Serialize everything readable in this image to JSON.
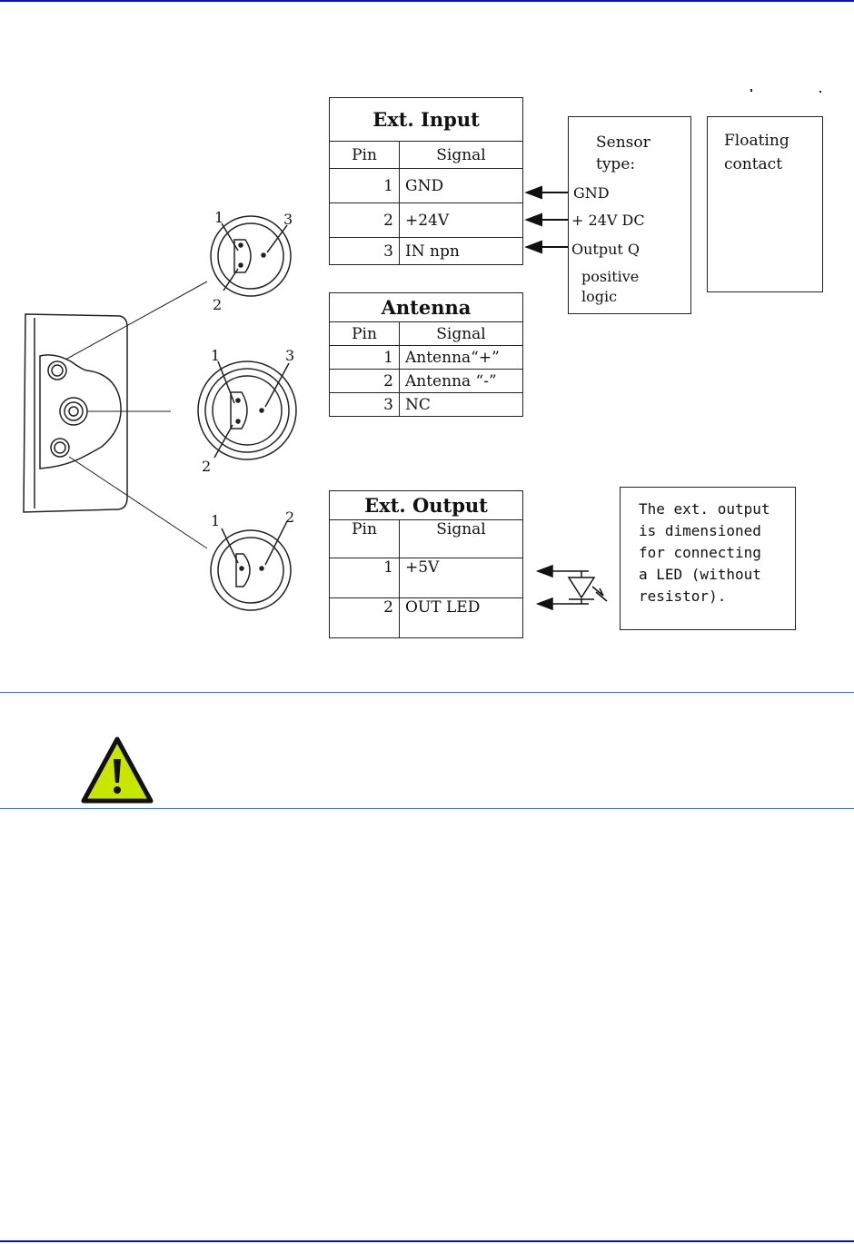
{
  "ext_input": {
    "title": "Ext. Input",
    "header": {
      "pin": "Pin",
      "signal": "Signal"
    },
    "rows": [
      {
        "pin": "1",
        "signal": "GND"
      },
      {
        "pin": "2",
        "signal": "+24V"
      },
      {
        "pin": "3",
        "signal": "IN npn"
      }
    ]
  },
  "antenna": {
    "title": "Antenna",
    "header": {
      "pin": "Pin",
      "signal": "Signal"
    },
    "rows": [
      {
        "pin": "1",
        "signal": "Antenna“+”"
      },
      {
        "pin": "2",
        "signal": "Antenna “-”"
      },
      {
        "pin": "3",
        "signal": "NC"
      }
    ]
  },
  "ext_output": {
    "title": "Ext. Output",
    "header": {
      "pin": "Pin",
      "signal": "Signal"
    },
    "rows": [
      {
        "pin": "1",
        "signal": "+5V"
      },
      {
        "pin": "2",
        "signal": "OUT LED"
      }
    ]
  },
  "sensor_box": {
    "title_line1": "Sensor",
    "title_line2": "type:",
    "gnd": "GND",
    "dc": "+ 24V DC",
    "output": "Output Q",
    "logic_line1": "positive",
    "logic_line2": "logic"
  },
  "floating_box": {
    "line1": "Floating",
    "line2": "contact"
  },
  "led_note": {
    "line1": "The ext. output",
    "line2": "is dimensioned",
    "line3": "for connecting",
    "line4": "a LED (without",
    "line5": "resistor)."
  },
  "connector_labels": {
    "top": [
      "1",
      "3",
      "2"
    ],
    "middle": [
      "1",
      "3",
      "2"
    ],
    "bottom": [
      "1",
      "2"
    ]
  },
  "colors": {
    "rule": "#0a14b4",
    "warning_fill": "#c8e600",
    "warning_border": "#111111"
  },
  "icons": {
    "warning": "warning-triangle-icon"
  }
}
